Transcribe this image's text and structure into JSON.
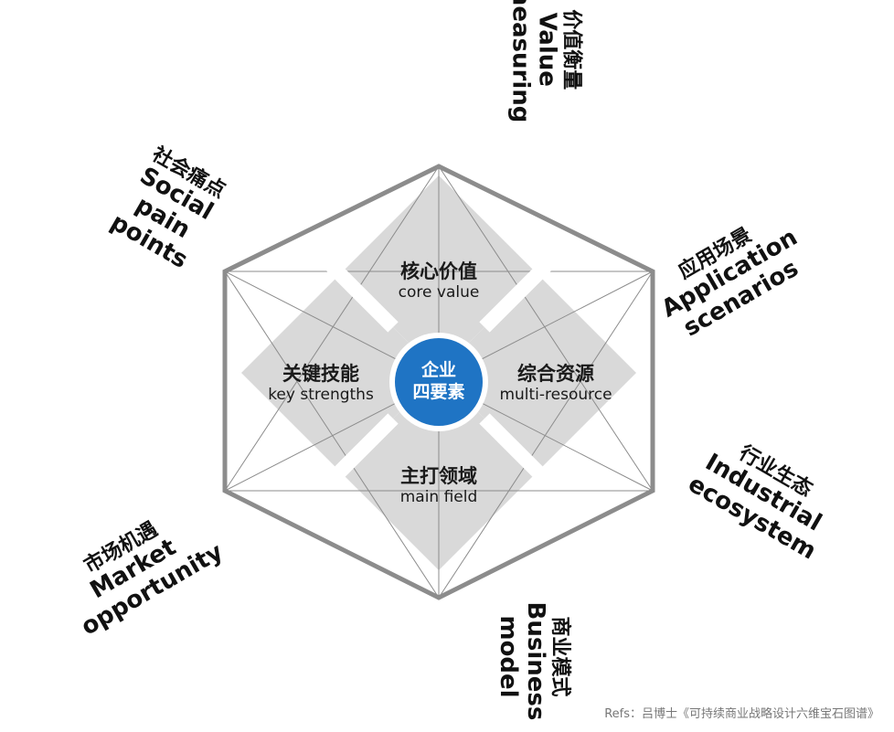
{
  "center": {
    "line1": "企业",
    "line2": "四要素"
  },
  "quadrants": [
    {
      "cn": "核心价值",
      "en": "core value"
    },
    {
      "cn": "综合资源",
      "en": "multi-resource"
    },
    {
      "cn": "主打领域",
      "en": "main field"
    },
    {
      "cn": "关键技能",
      "en": "key strengths"
    }
  ],
  "outer": [
    {
      "cn": "价值衡量",
      "en": "Value measuring"
    },
    {
      "cn": "应用场景",
      "en": "Application scenarios"
    },
    {
      "cn": "行业生态",
      "en": "Industrial ecosystem"
    },
    {
      "cn": "商业模式",
      "en": "Business model"
    },
    {
      "cn": "市场机遇",
      "en": "Market opportunity"
    },
    {
      "cn": "社会痛点",
      "en": "Social pain points"
    }
  ],
  "refs": "Refs：吕博士《可持续商业战略设计六维宝石图谱》",
  "colors": {
    "center": "#1f74c4",
    "petal": "#d9d9d9",
    "hexagon": "#8c8c8c"
  }
}
